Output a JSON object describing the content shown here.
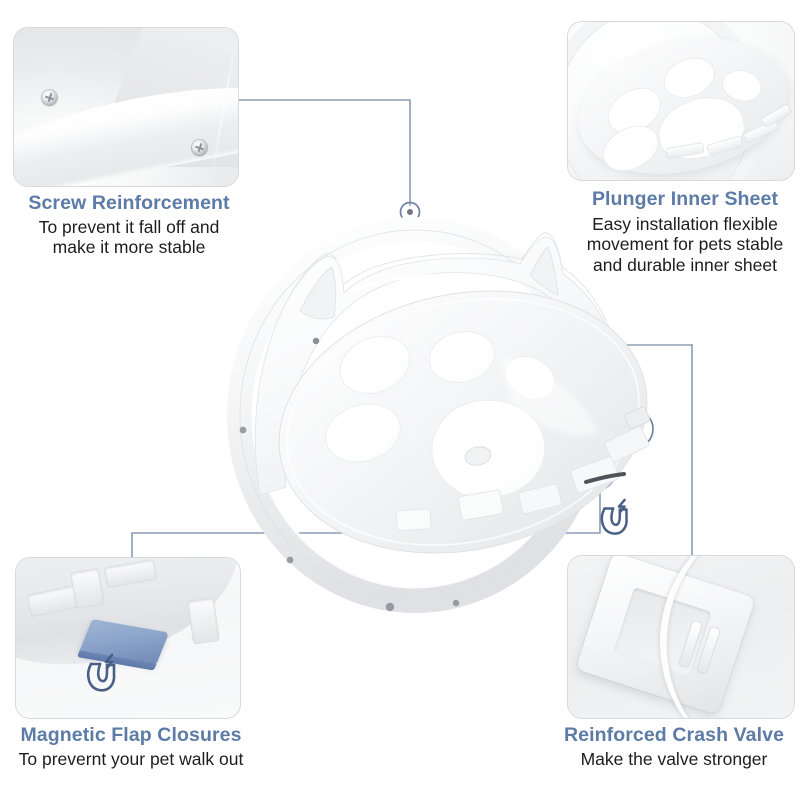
{
  "page": {
    "background": "#ffffff",
    "accent_color": "#5c7ba6",
    "body_text_color": "#1d1d1d",
    "connector_color": "#8b9cb5",
    "magnet_icon_color": "#4a5f86",
    "clip_color": "#8fa7cc"
  },
  "features": [
    {
      "id": "screw-reinforcement",
      "position": "top-left",
      "title": "Screw Reinforcement",
      "body": "To prevent it fall off and\nmake it more stable",
      "photo": "screw-reinforcement-photo"
    },
    {
      "id": "plunger-inner-sheet",
      "position": "top-right",
      "title": "Plunger Inner Sheet",
      "body": "Easy installation flexible\nmovement for pets stable\nand durable inner sheet",
      "photo": "plunger-inner-sheet-photo"
    },
    {
      "id": "magnetic-flap-closures",
      "position": "bottom-left",
      "title": "Magnetic Flap Closures",
      "body": "To prevernt your pet walk out",
      "photo": "magnetic-flap-closure-photo"
    },
    {
      "id": "reinforced-crash-valve",
      "position": "bottom-right",
      "title": "Reinforced Crash Valve",
      "body": "Make the valve stronger",
      "photo": "reinforced-crash-valve-photo"
    }
  ],
  "hero": {
    "name": "cat-shaped-pet-door",
    "description": "White cat-face shaped pet door flap with ears and paw-print cutouts"
  },
  "icons": {
    "magnet": "magnet-icon"
  }
}
